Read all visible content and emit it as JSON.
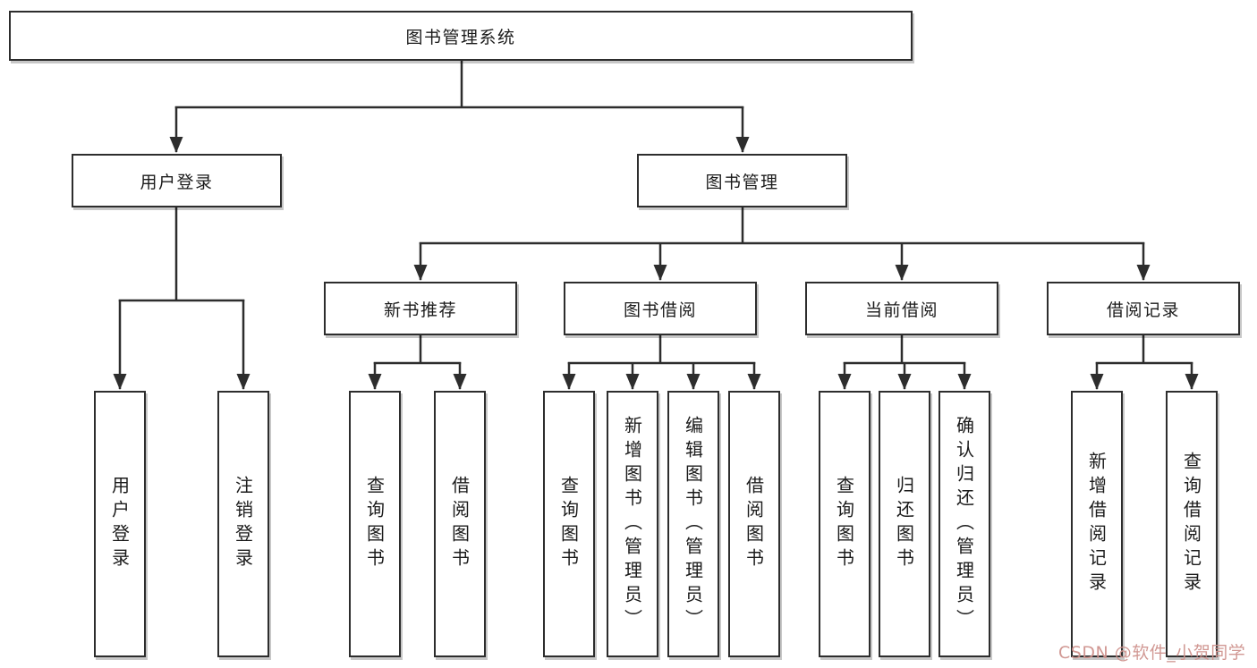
{
  "page": {
    "background": "#ffffff",
    "line_color": "#2d2d2d",
    "box_border_color": "#2d2d2d",
    "text_color": "#1b1b1b"
  },
  "tree": {
    "root": {
      "label": "图书管理系统"
    },
    "branches": [
      {
        "label": "用户登录",
        "children": [
          {
            "label": "用户登录"
          },
          {
            "label": "注销登录"
          }
        ]
      },
      {
        "label": "图书管理",
        "groups": [
          {
            "label": "新书推荐",
            "children": [
              {
                "label": "查询图书"
              },
              {
                "label": "借阅图书"
              }
            ]
          },
          {
            "label": "图书借阅",
            "children": [
              {
                "label": "查询图书"
              },
              {
                "label": "新增图书（管理员）"
              },
              {
                "label": "编辑图书（管理员）"
              },
              {
                "label": "借阅图书"
              }
            ]
          },
          {
            "label": "当前借阅",
            "children": [
              {
                "label": "查询图书"
              },
              {
                "label": "归还图书"
              },
              {
                "label": "确认归还（管理员）"
              }
            ]
          },
          {
            "label": "借阅记录",
            "children": [
              {
                "label": "新增借阅记录"
              },
              {
                "label": "查询借阅记录"
              }
            ]
          }
        ]
      }
    ]
  },
  "watermark": {
    "text": "CSDN @软件_小贺同学",
    "color": "#cf938e"
  }
}
